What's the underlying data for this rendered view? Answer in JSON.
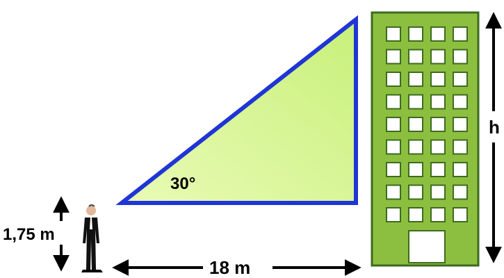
{
  "labels": {
    "angle": "30°",
    "height": "h",
    "eye_height": "1,75 m",
    "distance": "18 m"
  },
  "building": {
    "floors": 9,
    "windows_per_floor": 4
  },
  "colors": {
    "triangle_fill": "#d8f79a",
    "triangle_stroke": "#1f35d6",
    "building_fill": "#8cbf3f",
    "building_stroke": "#3d6b1e",
    "window_fill": "#ffffff",
    "arrow": "#000000"
  }
}
